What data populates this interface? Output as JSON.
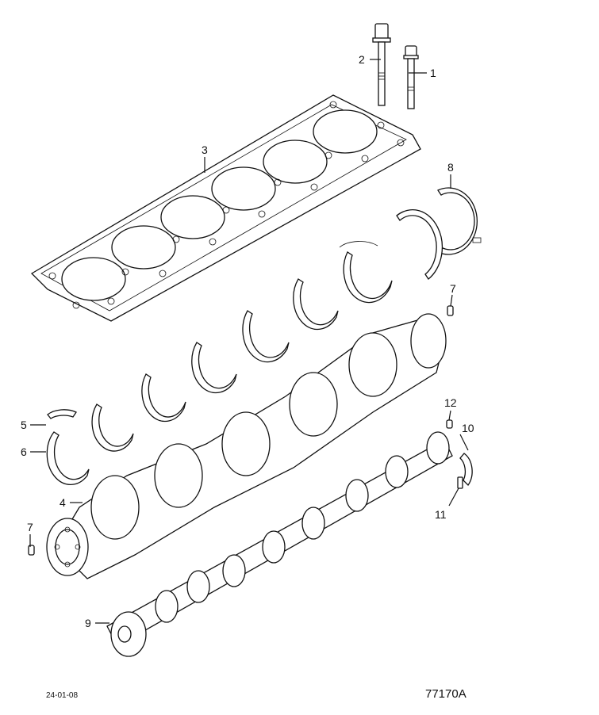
{
  "callouts": [
    {
      "id": "1",
      "label": "1"
    },
    {
      "id": "2",
      "label": "2"
    },
    {
      "id": "3",
      "label": "3"
    },
    {
      "id": "4",
      "label": "4"
    },
    {
      "id": "5",
      "label": "5"
    },
    {
      "id": "6",
      "label": "6"
    },
    {
      "id": "7a",
      "label": "7"
    },
    {
      "id": "7b",
      "label": "7"
    },
    {
      "id": "8",
      "label": "8"
    },
    {
      "id": "9",
      "label": "9"
    },
    {
      "id": "10",
      "label": "10"
    },
    {
      "id": "11",
      "label": "11"
    },
    {
      "id": "12",
      "label": "12"
    }
  ],
  "footer": {
    "date": "24-01-08",
    "drawing_number": "77170A"
  }
}
